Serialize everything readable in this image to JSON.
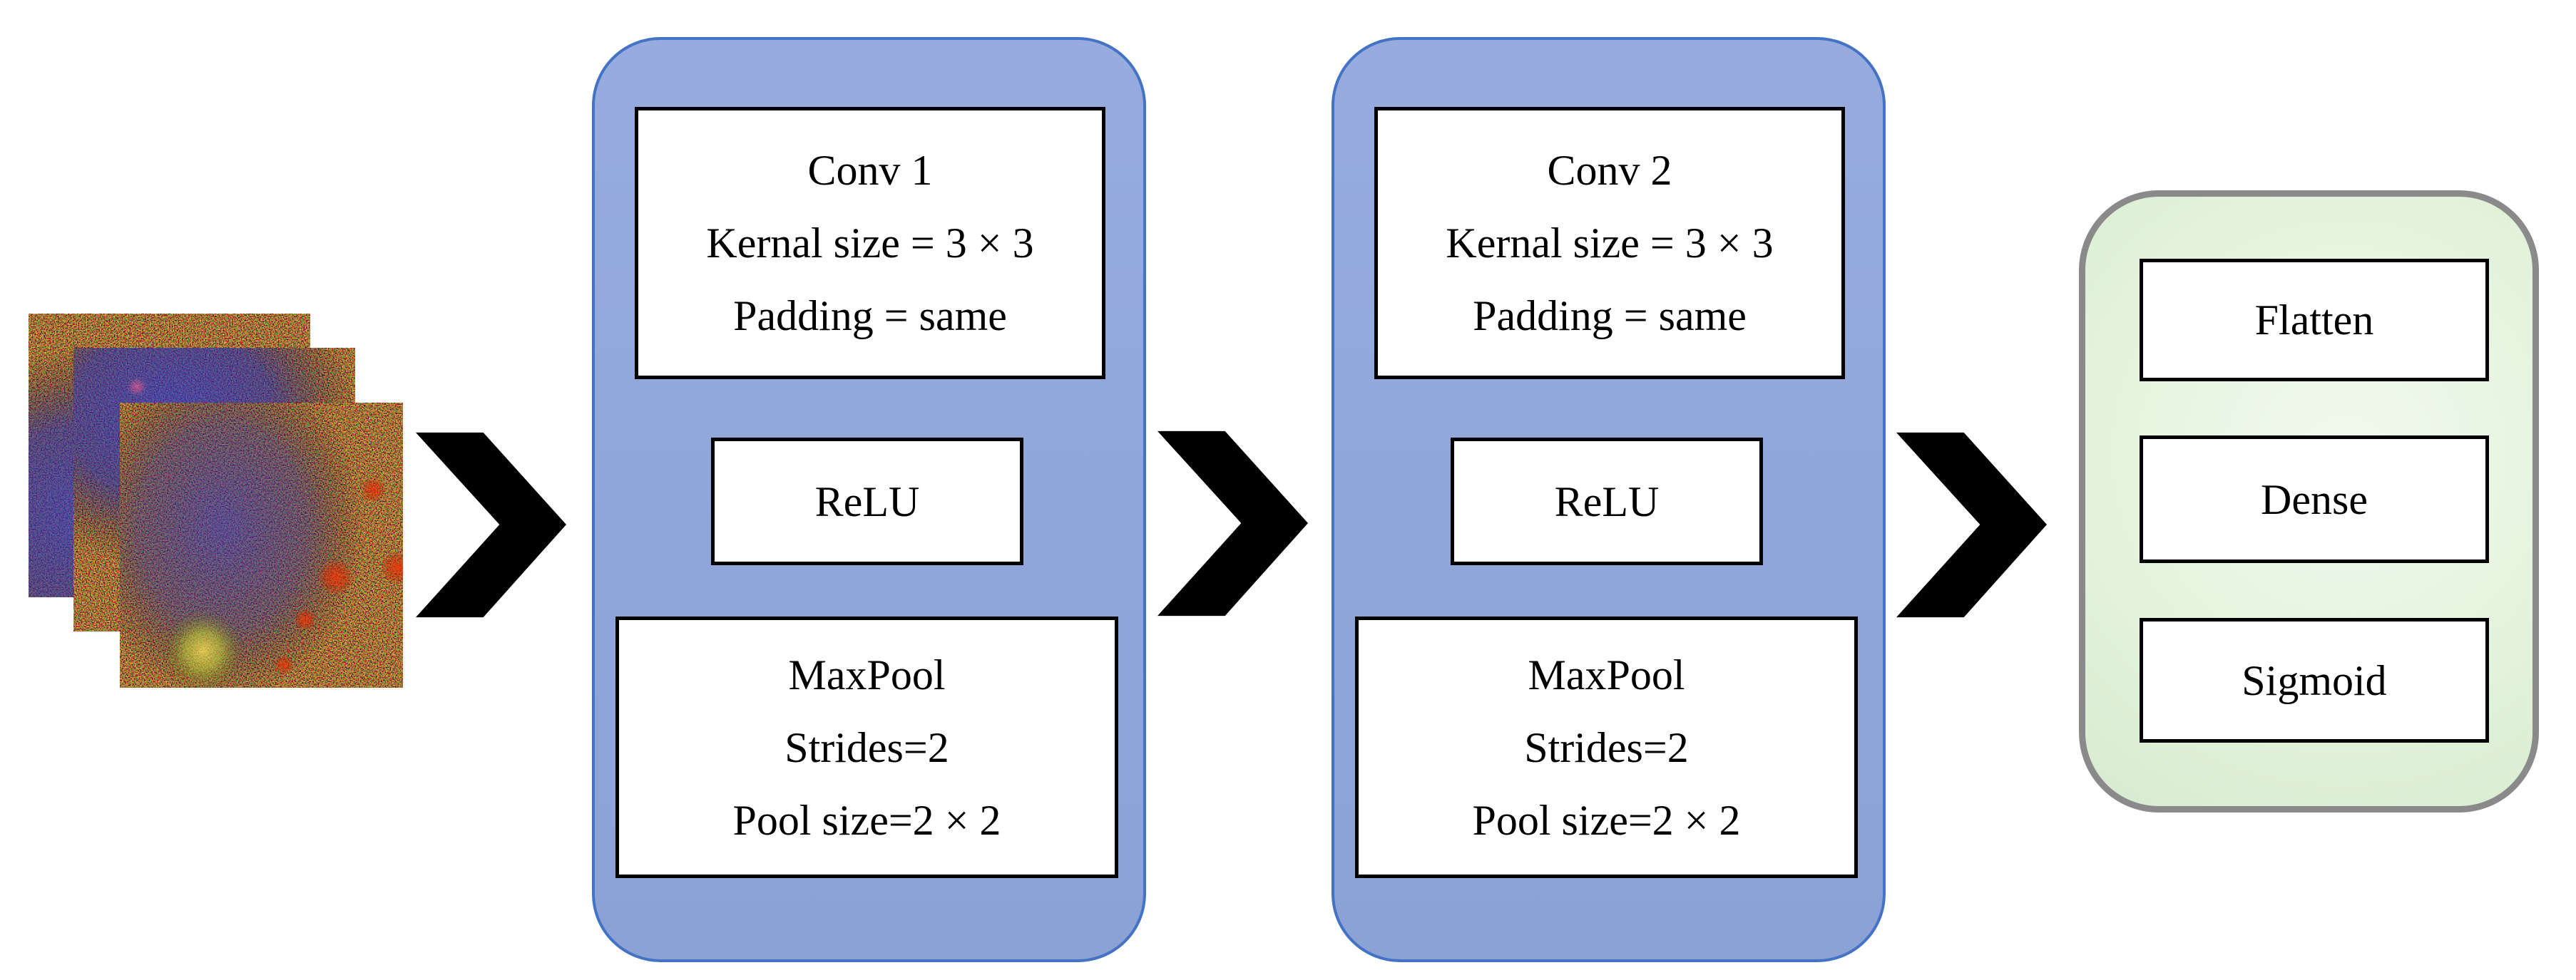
{
  "blocks": {
    "conv_block_1": {
      "conv_title": "Conv 1",
      "conv_kernel": "Kernal size = 3 × 3",
      "conv_padding": "Padding = same",
      "activation": "ReLU",
      "pool_title": "MaxPool",
      "pool_strides": "Strides=2",
      "pool_size": "Pool size=2 × 2"
    },
    "conv_block_2": {
      "conv_title": "Conv 2",
      "conv_kernel": "Kernal size = 3 × 3",
      "conv_padding": "Padding = same",
      "activation": "ReLU",
      "pool_title": "MaxPool",
      "pool_strides": "Strides=2",
      "pool_size": "Pool size=2 × 2"
    },
    "output_block": {
      "flatten": "Flatten",
      "dense": "Dense",
      "sigmoid": "Sigmoid"
    }
  },
  "input": {
    "image_count": 3
  },
  "colors": {
    "conv_container_fill": "#93A8DB",
    "conv_container_border": "#4472C4",
    "output_container_fill": "#E4F3DD",
    "output_container_border": "#8A8A8A",
    "layer_box_fill": "#FFFFFF",
    "layer_box_border": "#000000",
    "arrow": "#000000"
  }
}
